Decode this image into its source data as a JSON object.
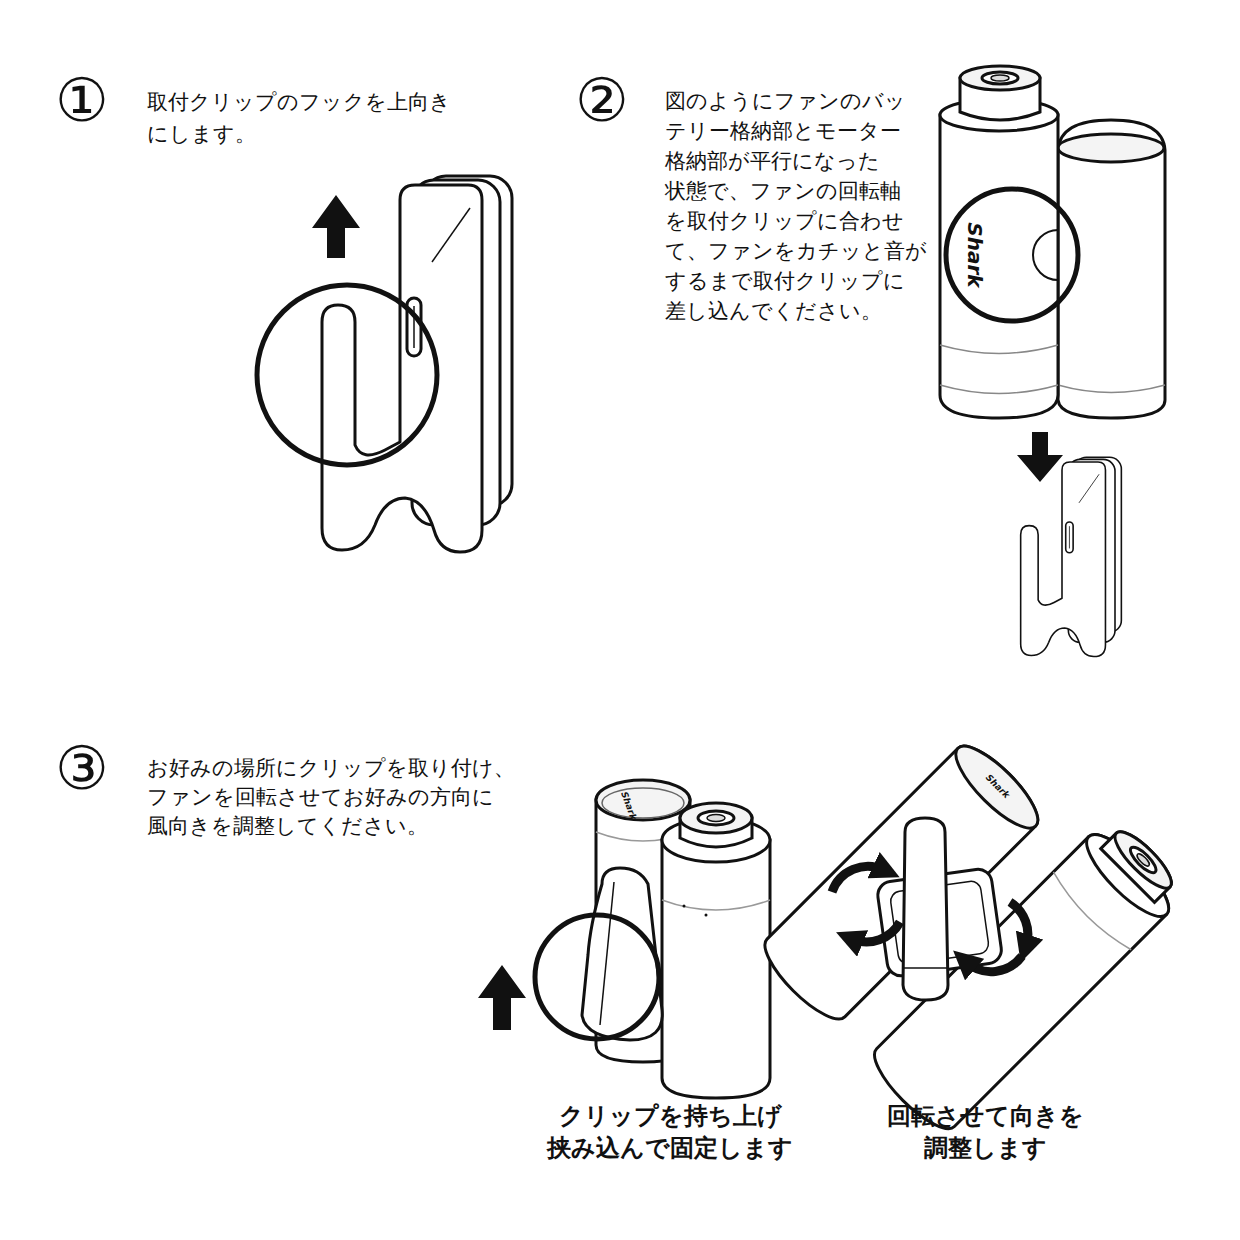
{
  "diagram": {
    "labels": [
      "①",
      "取付クリップのフックを上向き にします。",
      "②",
      "図のようにファンのバッ テリー格納部とモーター 格納部が平行になった 状態で、ファンの回転軸 を取付クリップに合わせ て、ファンをカチッと音が するまで取付クリップに 差し込んでください。",
      "Shark",
      "③",
      "お好みの場所にクリップを取り付け、 ファンを回転させてお好みの方向に 風向きを調整してください。",
      "Shark",
      "Shark",
      "クリップを持ち上げ 挟み込んで固定します",
      "回転させて向きを 調整します"
    ]
  }
}
